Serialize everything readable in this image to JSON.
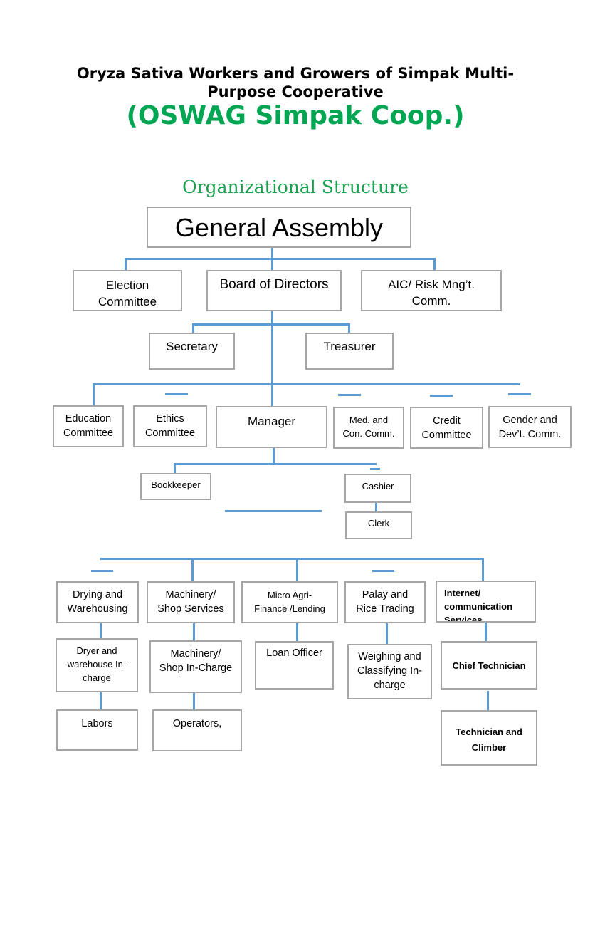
{
  "header": {
    "title_line1": "Oryza Sativa Workers and Growers of Simpak Multi-",
    "title_line2": "Purpose Cooperative",
    "acronym": "(OSWAG Simpak Coop.)",
    "subtitle": "Organizational Structure"
  },
  "colors": {
    "title_green": "#00a651",
    "connector_blue": "#5b9bd5",
    "box_border": "#a6a6a6"
  },
  "nodes": {
    "general_assembly": "General Assembly",
    "election_committee": [
      "Election",
      "Committee"
    ],
    "board_of_directors": "Board of Directors",
    "aic_risk": [
      "AIC/ Risk Mng’t.",
      "Comm."
    ],
    "secretary": "Secretary",
    "treasurer": "Treasurer",
    "education_committee": [
      "Education",
      "Committee"
    ],
    "ethics_committee": [
      "Ethics",
      "Committee"
    ],
    "manager": "Manager",
    "med_con_comm": [
      "Med. and",
      "Con. Comm."
    ],
    "credit_committee": [
      "Credit",
      "Committee"
    ],
    "gender_dev_comm": [
      "Gender and",
      "Dev’t. Comm."
    ],
    "bookkeeper": "Bookkeeper",
    "cashier": "Cashier",
    "clerk": "Clerk",
    "drying_warehousing": [
      "Drying and",
      "Warehousing"
    ],
    "machinery_shop_services": [
      "Machinery/",
      "Shop Services"
    ],
    "micro_agri_finance": [
      "Micro Agri-",
      "Finance /Lending"
    ],
    "palay_rice_trading": [
      "Palay and",
      "Rice Trading"
    ],
    "internet_comm_services": [
      "Internet/",
      "communication",
      "Services"
    ],
    "dryer_warehouse_incharge": [
      "Dryer and",
      "warehouse In-",
      "charge"
    ],
    "machinery_shop_incharge": [
      "Machinery/",
      "Shop In-Charge"
    ],
    "loan_officer": "Loan Officer",
    "weighing_classifying": [
      "Weighing and",
      "Classifying In-",
      "charge"
    ],
    "chief_technician": "Chief Technician",
    "labors": "Labors",
    "operators": "Operators,",
    "technician_climber": [
      "Technician and",
      "Climber"
    ]
  }
}
